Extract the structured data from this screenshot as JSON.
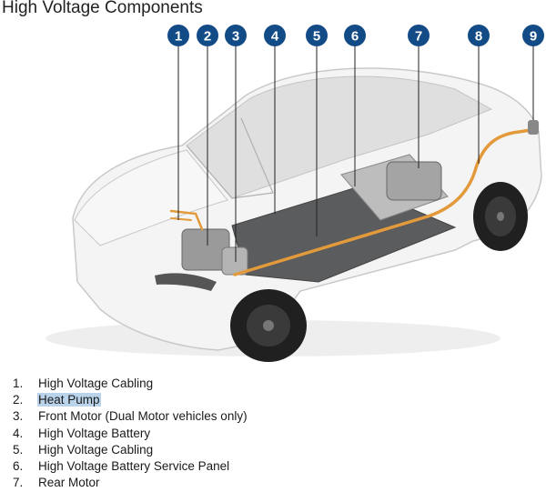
{
  "title": "High Voltage Components",
  "colors": {
    "callout_fill": "#124b86",
    "hv_cable": "#e39a3b",
    "highlight": "#b9d3ea",
    "battery": "#5b5c5e"
  },
  "callouts": [
    {
      "number": "1"
    },
    {
      "number": "2"
    },
    {
      "number": "3"
    },
    {
      "number": "4"
    },
    {
      "number": "5"
    },
    {
      "number": "6"
    },
    {
      "number": "7"
    },
    {
      "number": "8"
    },
    {
      "number": "9"
    }
  ],
  "legend": [
    {
      "number": "1.",
      "label": "High Voltage Cabling",
      "highlighted": false
    },
    {
      "number": "2.",
      "label": "Heat Pump",
      "highlighted": true
    },
    {
      "number": "3.",
      "label": "Front Motor (Dual Motor vehicles only)",
      "highlighted": false
    },
    {
      "number": "4.",
      "label": "High Voltage Battery",
      "highlighted": false
    },
    {
      "number": "5.",
      "label": "High Voltage Cabling",
      "highlighted": false
    },
    {
      "number": "6.",
      "label": "High Voltage Battery Service Panel",
      "highlighted": false
    },
    {
      "number": "7.",
      "label": "Rear Motor",
      "highlighted": false
    }
  ]
}
